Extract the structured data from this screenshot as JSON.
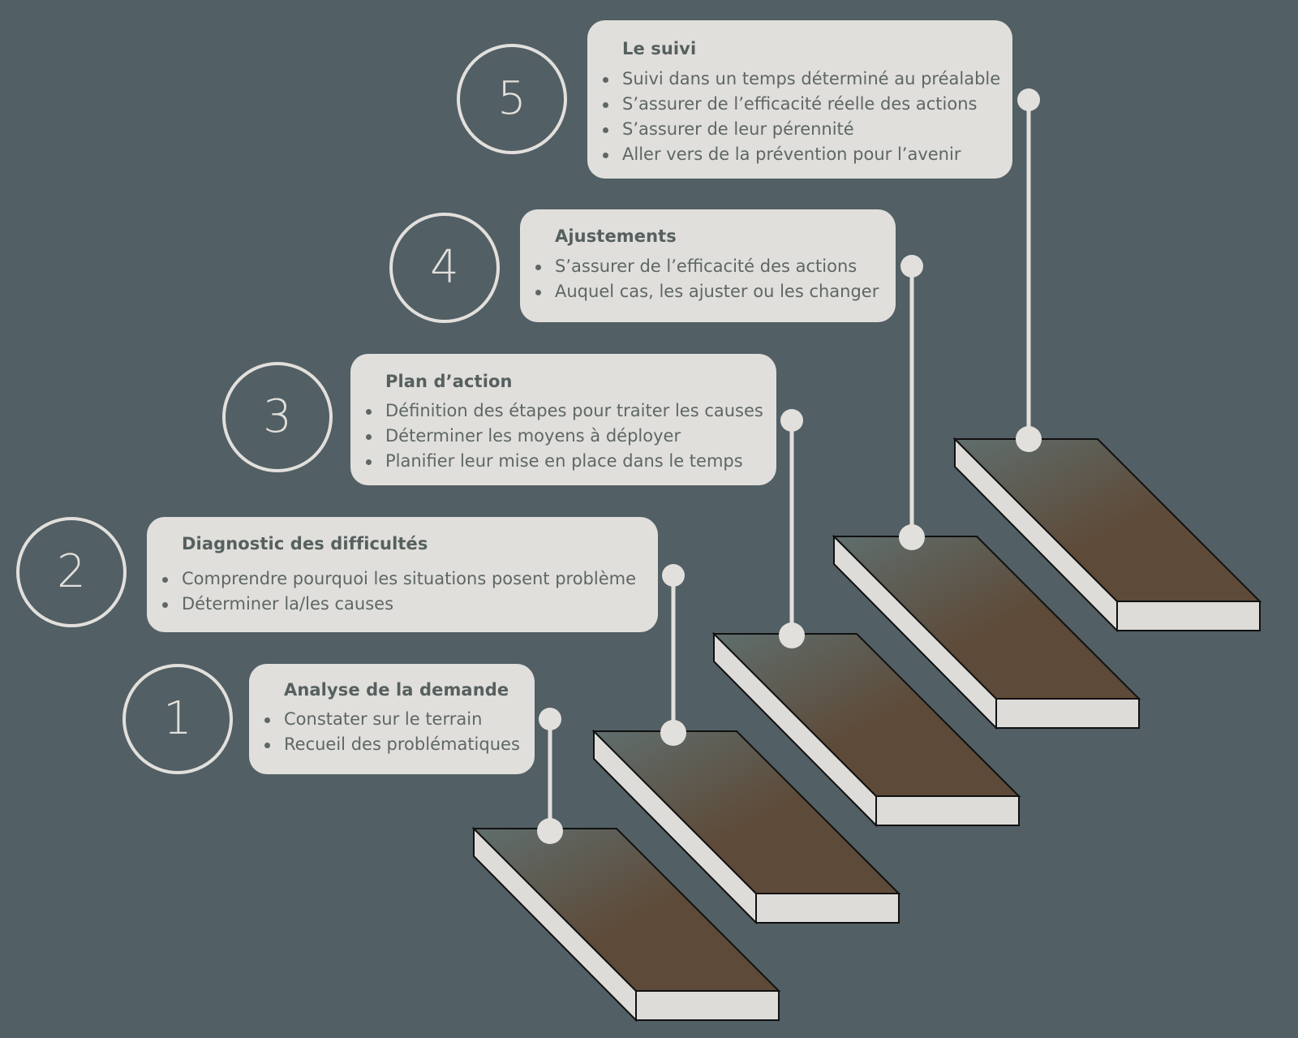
{
  "colors": {
    "background": "#525f64",
    "card": "#e0dfdb",
    "connector": "#e2e0dc",
    "text": "#56605f",
    "step_top_dark": "#5e4a38",
    "step_top_light": "#5f6e6d",
    "step_riser": "#dddcd8"
  },
  "steps": [
    {
      "number": "1",
      "title": "Analyse de la demande",
      "items": [
        "Constater sur le terrain",
        "Recueil des problématiques"
      ]
    },
    {
      "number": "2",
      "title": "Diagnostic des difficultés",
      "items": [
        "Comprendre pourquoi les situations posent problème",
        "Déterminer la/les causes"
      ]
    },
    {
      "number": "3",
      "title": "Plan d’action",
      "items": [
        "Définition des étapes pour traiter les causes",
        "Déterminer les moyens à déployer",
        "Planifier leur mise en place dans le temps"
      ]
    },
    {
      "number": "4",
      "title": "Ajustements",
      "items": [
        "S’assurer de l’efficacité des actions",
        "Auquel cas, les ajuster ou les changer"
      ]
    },
    {
      "number": "5",
      "title": "Le suivi",
      "items": [
        "Suivi dans un temps déterminé au préalable",
        "S’assurer de l’efficacité réelle des actions",
        "S’assurer de leur pérennité",
        "Aller vers de la prévention pour l’avenir"
      ]
    }
  ]
}
